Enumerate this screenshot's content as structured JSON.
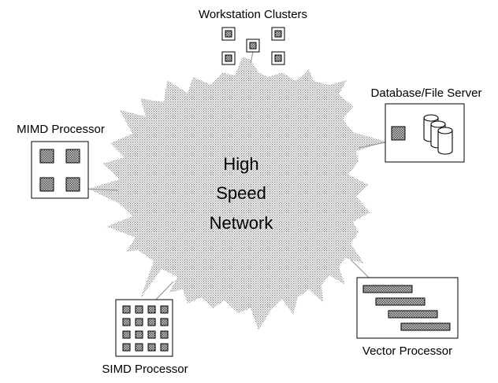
{
  "network": {
    "lines": [
      "High",
      "Speed",
      "Network"
    ],
    "fill_color": "#d9d9d9"
  },
  "nodes": {
    "workstations": {
      "label": "Workstation Clusters"
    },
    "database": {
      "label": "Database/File Server"
    },
    "mimd": {
      "label": "MIMD Processor"
    },
    "simd": {
      "label": "SIMD Processor"
    },
    "vector": {
      "label": "Vector Processor"
    }
  }
}
